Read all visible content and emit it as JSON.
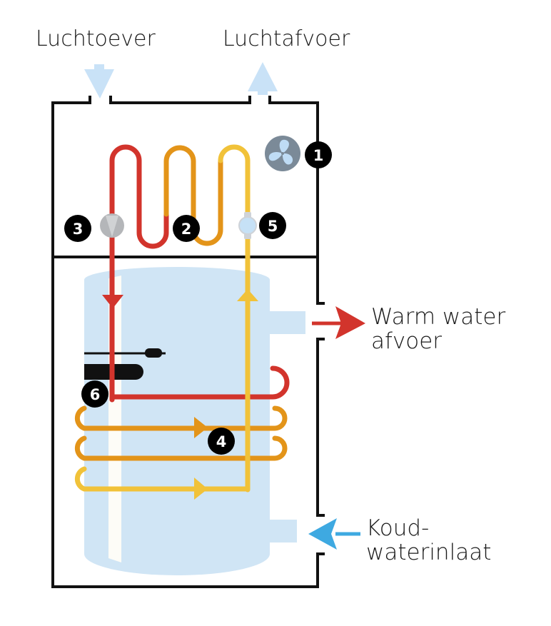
{
  "labels": {
    "air_intake": "Luchtoever",
    "air_exhaust": "Luchtafvoer",
    "warm_water_line1": "Warm water",
    "warm_water_line2": "afvoer",
    "cold_water_line1": "Koud-",
    "cold_water_line2": "waterinlaat"
  },
  "badges": [
    {
      "number": "1",
      "component": "fan"
    },
    {
      "number": "2",
      "component": "condenser-coil"
    },
    {
      "number": "3",
      "component": "compressor"
    },
    {
      "number": "4",
      "component": "tank-heat-exchanger"
    },
    {
      "number": "5",
      "component": "expansion-valve"
    },
    {
      "number": "6",
      "component": "electric-heating-element"
    }
  ],
  "colors": {
    "hot_pipe": "#d2342c",
    "warm_pipe": "#e39419",
    "cool_pipe": "#f1c239",
    "tank": "#d0e5f5",
    "air_arrow": "#c9e2f7",
    "cold_arrow": "#3ea9e1",
    "warm_arrow": "#d2342c",
    "fan_body": "#7b8a98",
    "fan_blade": "#bfdcf5",
    "compressor": "#b4b6b9",
    "outline": "#111111",
    "badge": "#000000"
  }
}
